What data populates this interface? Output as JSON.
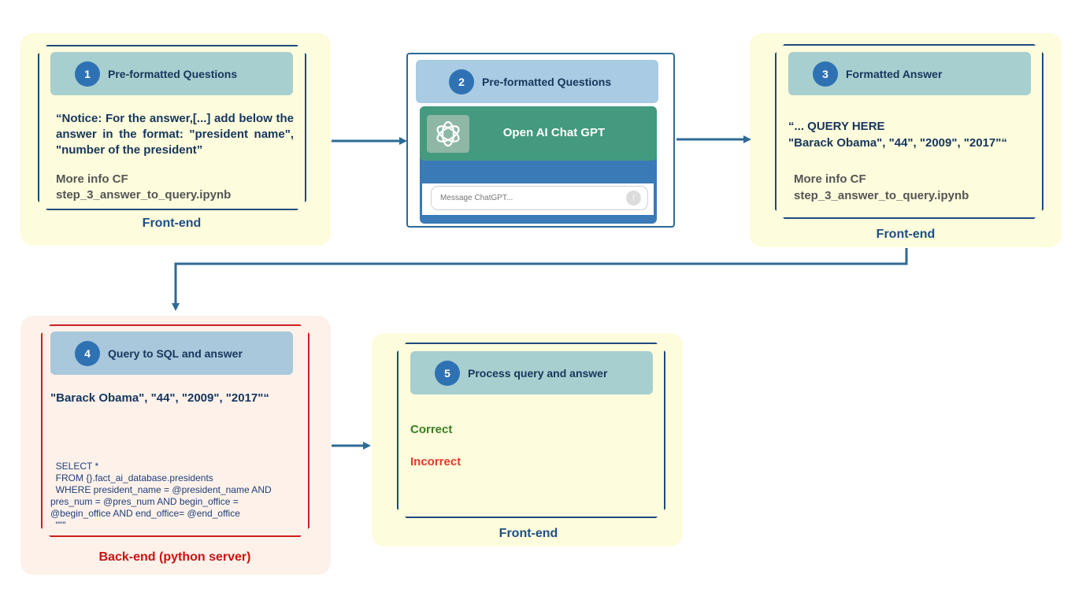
{
  "step1": {
    "number": "1",
    "title": "Pre-formatted Questions",
    "body": "“Notice: For the answer,[...] add below the answer in the format: \"president name\", \"number of the president”",
    "more_info": "More info CF",
    "file": "step_3_answer_to_query.ipynb",
    "panel_label": "Front-end"
  },
  "step2": {
    "number": "2",
    "title": "Pre-formatted Questions",
    "app_name": "Open AI Chat GPT",
    "message_placeholder": "Message ChatGPT..."
  },
  "step3": {
    "number": "3",
    "title": "Formatted Answer",
    "query_line": "“... QUERY HERE",
    "answer_line": "\"Barack Obama\", \"44\", \"2009\", \"2017\"“",
    "more_info": "More info CF",
    "file": "step_3_answer_to_query.ipynb",
    "panel_label": "Front-end"
  },
  "step4": {
    "number": "4",
    "title": "Query to SQL and answer",
    "answer_line": "\"Barack Obama\", \"44\", \"2009\", \"2017\"“",
    "sql": "  SELECT *\n  FROM {}.fact_ai_database.presidents\n  WHERE president_name = @president_name AND\npres_num = @pres_num AND begin_office =\n@begin_office AND end_office= @end_office\n  \"\"\"",
    "panel_label": "Back-end (python server)"
  },
  "step5": {
    "number": "5",
    "title": "Process query and answer",
    "correct": "Correct",
    "incorrect": "Incorrect",
    "panel_label": "Front-end"
  },
  "colors": {
    "frontend_bg": "#fdfcdc",
    "backend_bg": "#fdf1ea",
    "card_border": "#1d4a7c",
    "backend_border": "#cc1f1f",
    "arrow": "#2e6a96",
    "chatgpt_green": "#439a7e",
    "chatgpt_blue": "#3a7ab6",
    "correct": "#3b7d23",
    "incorrect": "#e53a2e"
  },
  "icons": [
    "openai-logo-icon",
    "send-arrow-icon"
  ]
}
